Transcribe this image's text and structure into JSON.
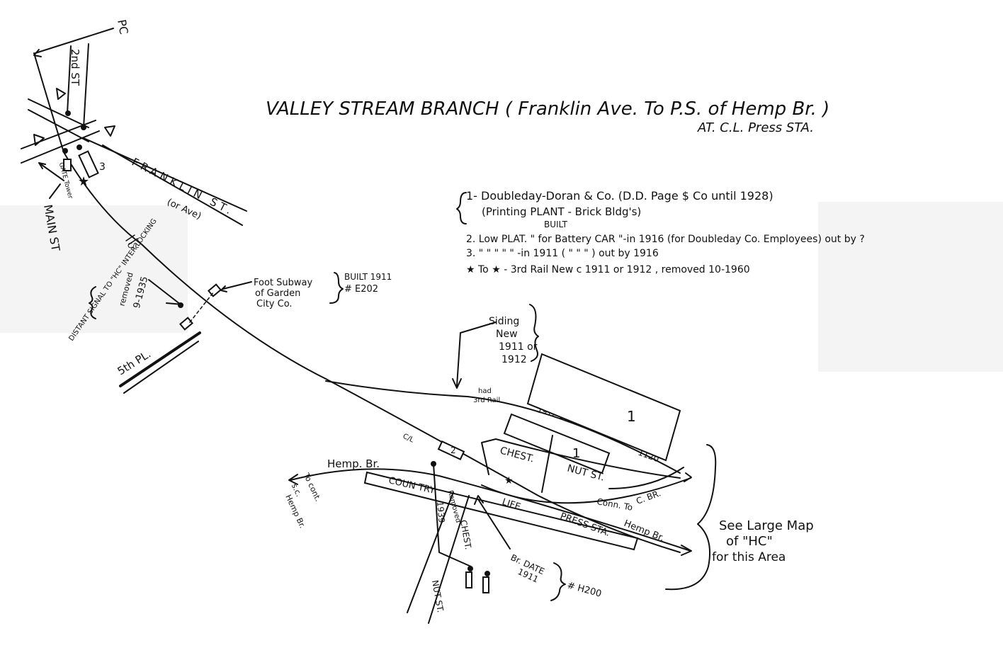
{
  "title": {
    "line1": "VALLEY STREAM BRANCH ( Franklin Ave. To P.S. of Hemp Br. )",
    "line2": "AT. C.L. Press STA."
  },
  "legend": {
    "item1": "1- Doubleday-Doran & Co. (D.D. Page $ Co until 1928)",
    "item1b": "(Printing PLANT - Brick Bldg's)",
    "built": "BUILT",
    "item2": "2. Low PLAT. \" for Battery CAR \"-in 1916 (for Doubleday Co. Employees) out by ?",
    "item3": "3. \"  \"  \"  \"  \" -in 1911 ( \"  \"  \" ) out by 1916",
    "item4": "★ To ★ - 3rd Rail New c 1911 or 1912 , removed 10-1960"
  },
  "labels": {
    "pc": "PC",
    "second_st": "2nd ST",
    "gate_tower": "GATE Tower",
    "main_st": "MAIN ST",
    "franklin_st": "FRANKLIN ST.",
    "or_ave": "(or Ave)",
    "box3": "3",
    "cl_top": "C/L",
    "distant_signal": "DISTANT SIGNAL TO \"HC\" INTER LOCKING",
    "removed": "removed",
    "removed_date": "9-1935",
    "fifth_pl": "5th PL.",
    "foot_subway": "Foot Subway",
    "of_garden": "of Garden",
    "city_co": "City Co.",
    "built_1911": "BUILT 1911",
    "e202": "# E202",
    "siding": "Siding",
    "new": "New",
    "siding_years": "1911 or",
    "siding_year2": "1912",
    "had": "had",
    "third_rail": "3rd Rail",
    "siding_dates": "1912-1951 incl.",
    "siding_length": "1120'",
    "bldg1_big": "1",
    "bldg1_small": "1",
    "box2": "2",
    "cl_mid": "C/L",
    "chest": "CHEST.",
    "nut_st": "NUT ST.",
    "conn": "Conn. To",
    "cbr": "C. BR.",
    "hemp_br": "Hemp. Br.",
    "to_cont": "To cont.",
    "sc": "s.c.",
    "hemp_br2": "Hemp Br.",
    "country": "COUN TRY",
    "life": "LIFE",
    "press_sta": "PRESS STA.",
    "hemp_br_right": "Hemp Br.",
    "year_1939": "1939",
    "removed2": "Removed",
    "chest2": "CHEST.",
    "nut_st2": "NUT ST.",
    "br_date": "Br. DATE",
    "br_year": "1911",
    "h200": "# H200",
    "see_large": "See Large Map",
    "of_hc": "of \"HC\"",
    "for_area": "for this Area"
  }
}
